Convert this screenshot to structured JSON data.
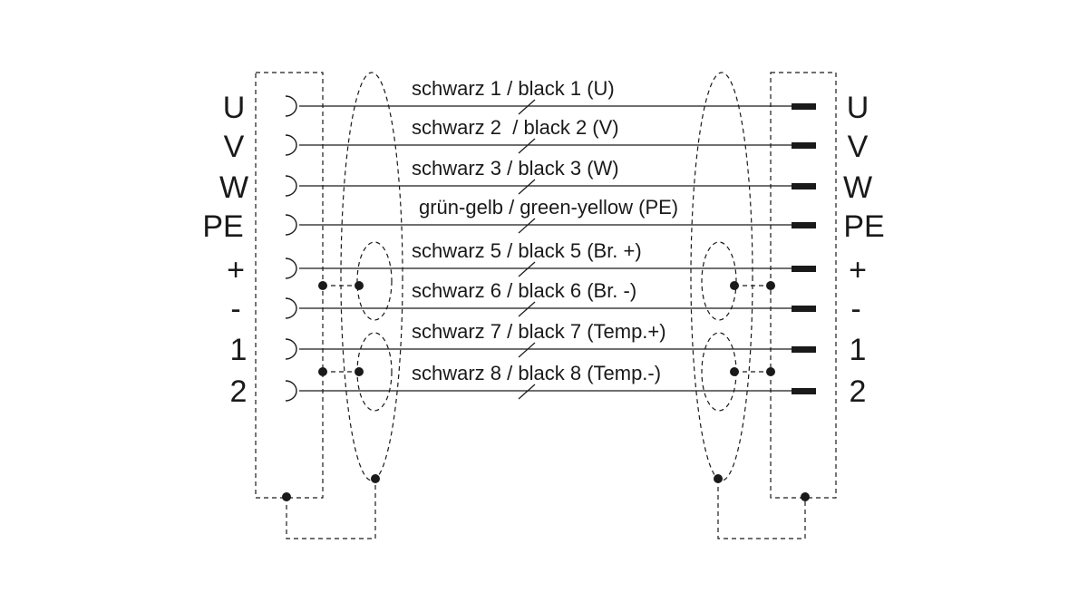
{
  "left_pins": [
    "U",
    "V",
    "W",
    "PE",
    "+",
    "-",
    "1",
    "2"
  ],
  "right_pins": [
    "U",
    "V",
    "W",
    "PE",
    "+",
    "-",
    "1",
    "2"
  ],
  "wires": [
    "schwarz 1 / black 1 (U)",
    "schwarz 2  / black 2 (V)",
    "schwarz 3 / black 3 (W)",
    "grün-gelb / green-yellow (PE)",
    "schwarz 5 / black 5 (Br. +)",
    "schwarz 6 / black 6 (Br. -)",
    "schwarz 7 / black 7 (Temp.+)",
    "schwarz 8 / black 8 (Temp.-)"
  ],
  "colors": {
    "line": "#1a1a1a",
    "background": "#ffffff"
  }
}
